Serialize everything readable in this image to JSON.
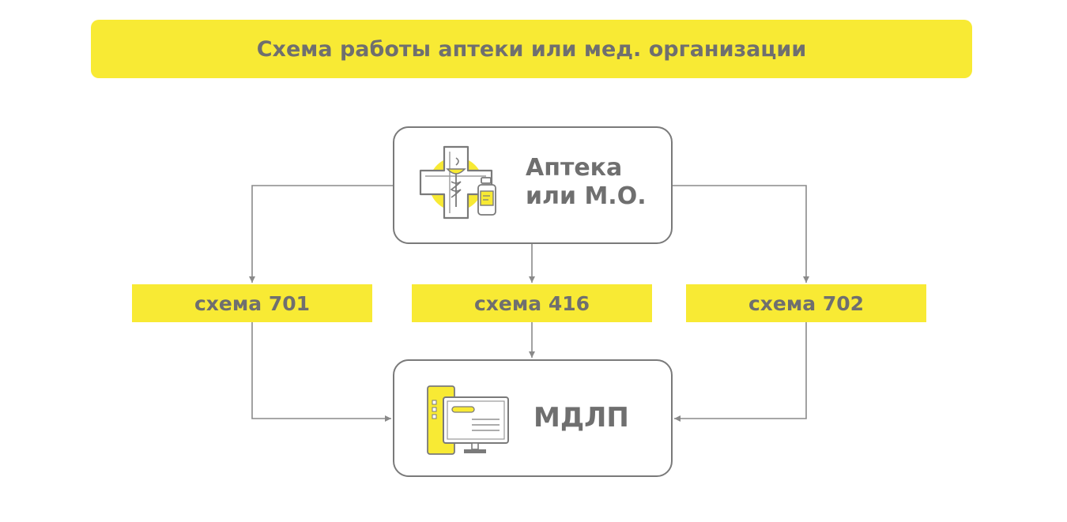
{
  "title": "Схема работы аптеки или мед. организации",
  "nodes": {
    "pharmacy": {
      "line1": "Аптека",
      "line2": "или М.О.",
      "icon": "pharmacy-cross-icon"
    },
    "mdlp": {
      "label": "МДЛП",
      "icon": "computer-server-icon"
    }
  },
  "schemes": [
    {
      "label": "схема 701"
    },
    {
      "label": "схема 416"
    },
    {
      "label": "схема 702"
    }
  ],
  "colors": {
    "accent": "#f8ea34",
    "text": "#6f6f6f",
    "border": "#7a7a7a",
    "connector": "#8a8a8a"
  }
}
